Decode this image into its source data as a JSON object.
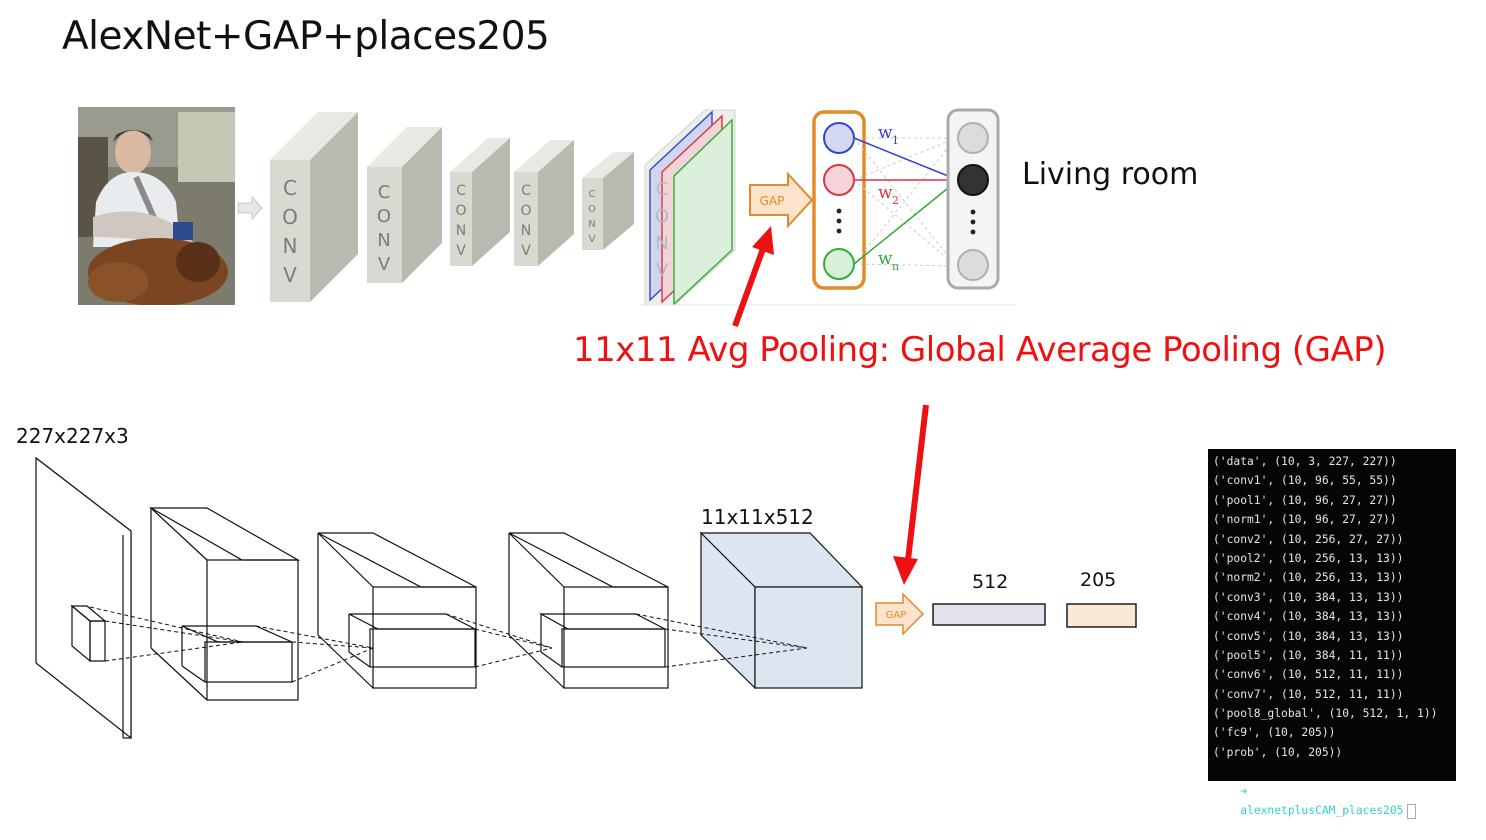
{
  "title": "AlexNet+GAP+places205",
  "top_diagram": {
    "conv_label": [
      "C",
      "O",
      "N",
      "V"
    ],
    "gap_label": "GAP",
    "weights": [
      "w",
      "w",
      "w"
    ],
    "weight_subscripts": [
      "1",
      "2",
      "n"
    ],
    "output_class": "Living room",
    "colors": {
      "blue": "#3344cc",
      "red": "#dd3344",
      "green": "#33aa33",
      "orange": "#e48a2c",
      "gray_node": "#d8d8d8",
      "dark_node": "#333333"
    }
  },
  "caption": "11x11 Avg Pooling: Global Average Pooling (GAP)",
  "bottom_diagram": {
    "input_dim": "227x227x3",
    "feature_dim": "11x11x512",
    "gap_label": "GAP",
    "fc_512_label": "512",
    "fc_205_label": "205",
    "colors": {
      "feature_block": "#dce6f1",
      "fc_512": "#e4e1ef",
      "fc_205": "#fbe7d6"
    }
  },
  "terminal": {
    "lines": [
      "('data', (10, 3, 227, 227))",
      "('conv1', (10, 96, 55, 55))",
      "('pool1', (10, 96, 27, 27))",
      "('norm1', (10, 96, 27, 27))",
      "('conv2', (10, 256, 27, 27))",
      "('pool2', (10, 256, 13, 13))",
      "('norm2', (10, 256, 13, 13))",
      "('conv3', (10, 384, 13, 13))",
      "('conv4', (10, 384, 13, 13))",
      "('conv5', (10, 384, 13, 13))",
      "('pool5', (10, 384, 11, 11))",
      "('conv6', (10, 512, 11, 11))",
      "('conv7', (10, 512, 11, 11))",
      "('pool8_global', (10, 512, 1, 1))",
      "('fc9', (10, 205))",
      "('prob', (10, 205))"
    ],
    "prompt_arrow": "➜",
    "prompt": "alexnetplusCAM_places205"
  }
}
